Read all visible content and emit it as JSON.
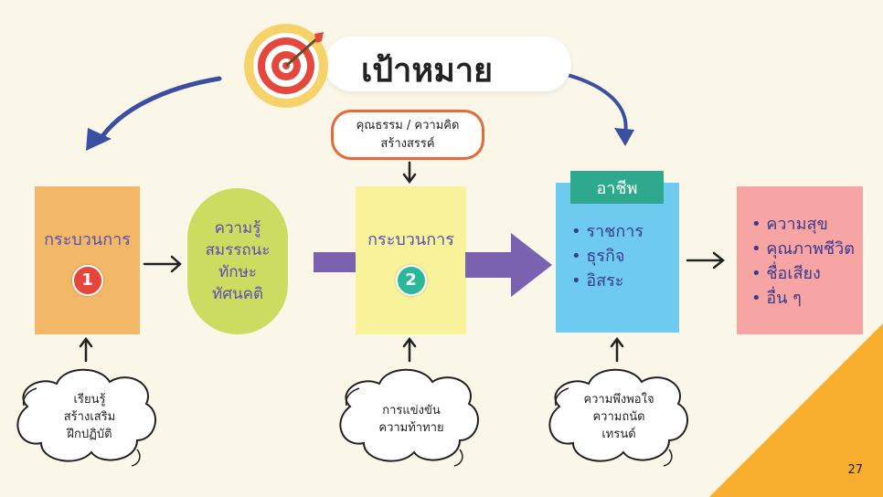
{
  "goal": {
    "title": "เป้าหมาย"
  },
  "top_box": {
    "line1": "คุณธรรม / ความคิด",
    "line2": "สร้างสรรค์"
  },
  "process1": {
    "label": "กระบวนการ",
    "badge": "1"
  },
  "competency": {
    "lines": [
      "ความรู้",
      "สมรรถนะ",
      "ทักษะ",
      "ทัศนคติ"
    ]
  },
  "process2": {
    "label": "กระบวนการ",
    "badge": "2"
  },
  "career": {
    "title": "อาชีพ",
    "items": [
      "ราชการ",
      "ธุรกิจ",
      "อิสระ"
    ]
  },
  "outcomes": {
    "items": [
      "ความสุข",
      "คุณภาพชีวิต",
      "ชื่อเสียง",
      "อื่น ๆ"
    ]
  },
  "cloud1": {
    "lines": [
      "เรียนรู้",
      "สร้างเสริม",
      "ฝึกปฏิบัติ"
    ]
  },
  "cloud2": {
    "lines": [
      "การแข่งขัน",
      "ความท้าทาย"
    ]
  },
  "cloud3": {
    "lines": [
      "ความพึงพอใจ",
      "ความถนัด",
      "เทรนด์"
    ]
  },
  "page_number": "27",
  "colors": {
    "background": "#fbf7e8",
    "process1": "#f2b868",
    "competency": "#cbdc61",
    "process2": "#f8f29b",
    "career": "#6fcaf0",
    "career_tab": "#2ea98d",
    "outcomes": "#f6a4a4",
    "purple": "#7b62b0",
    "corner": "#f7ad2d"
  }
}
